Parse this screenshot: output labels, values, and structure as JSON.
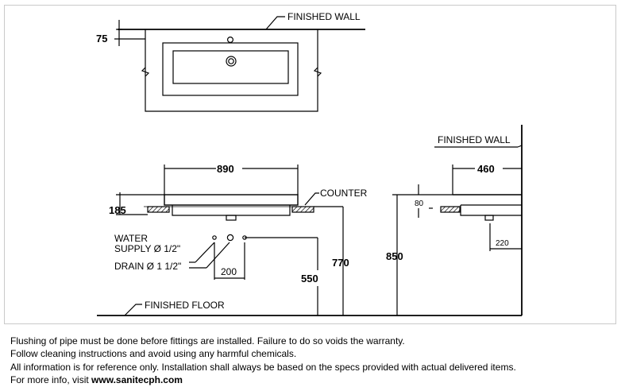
{
  "plan_view": {
    "finished_wall_label": "FINISHED WALL",
    "dim_75": "75"
  },
  "front_view": {
    "width_890": "890",
    "counter_label": "COUNTER",
    "dim_185": "185",
    "water_supply_label": "WATER",
    "water_supply_size": "SUPPLY Ø 1/2\"",
    "drain_label": "DRAIN Ø 1 1/2\"",
    "dim_200": "200",
    "dim_550": "550",
    "dim_770": "770",
    "dim_850": "850",
    "finished_floor_label": "FINISHED FLOOR"
  },
  "side_view": {
    "finished_wall_label": "FINISHED WALL",
    "depth_460": "460",
    "dim_80": "80",
    "dim_220": "220"
  },
  "notes": [
    "Flushing of pipe must be done before fittings are installed. Failure to do so voids the warranty.",
    "Follow cleaning instructions and avoid using any harmful chemicals.",
    "All information is for reference only. Installation shall always be based on the specs provided with actual delivered items."
  ],
  "more_info_prefix": "For more info, visit ",
  "more_info_url": "www.sanitecph.com"
}
